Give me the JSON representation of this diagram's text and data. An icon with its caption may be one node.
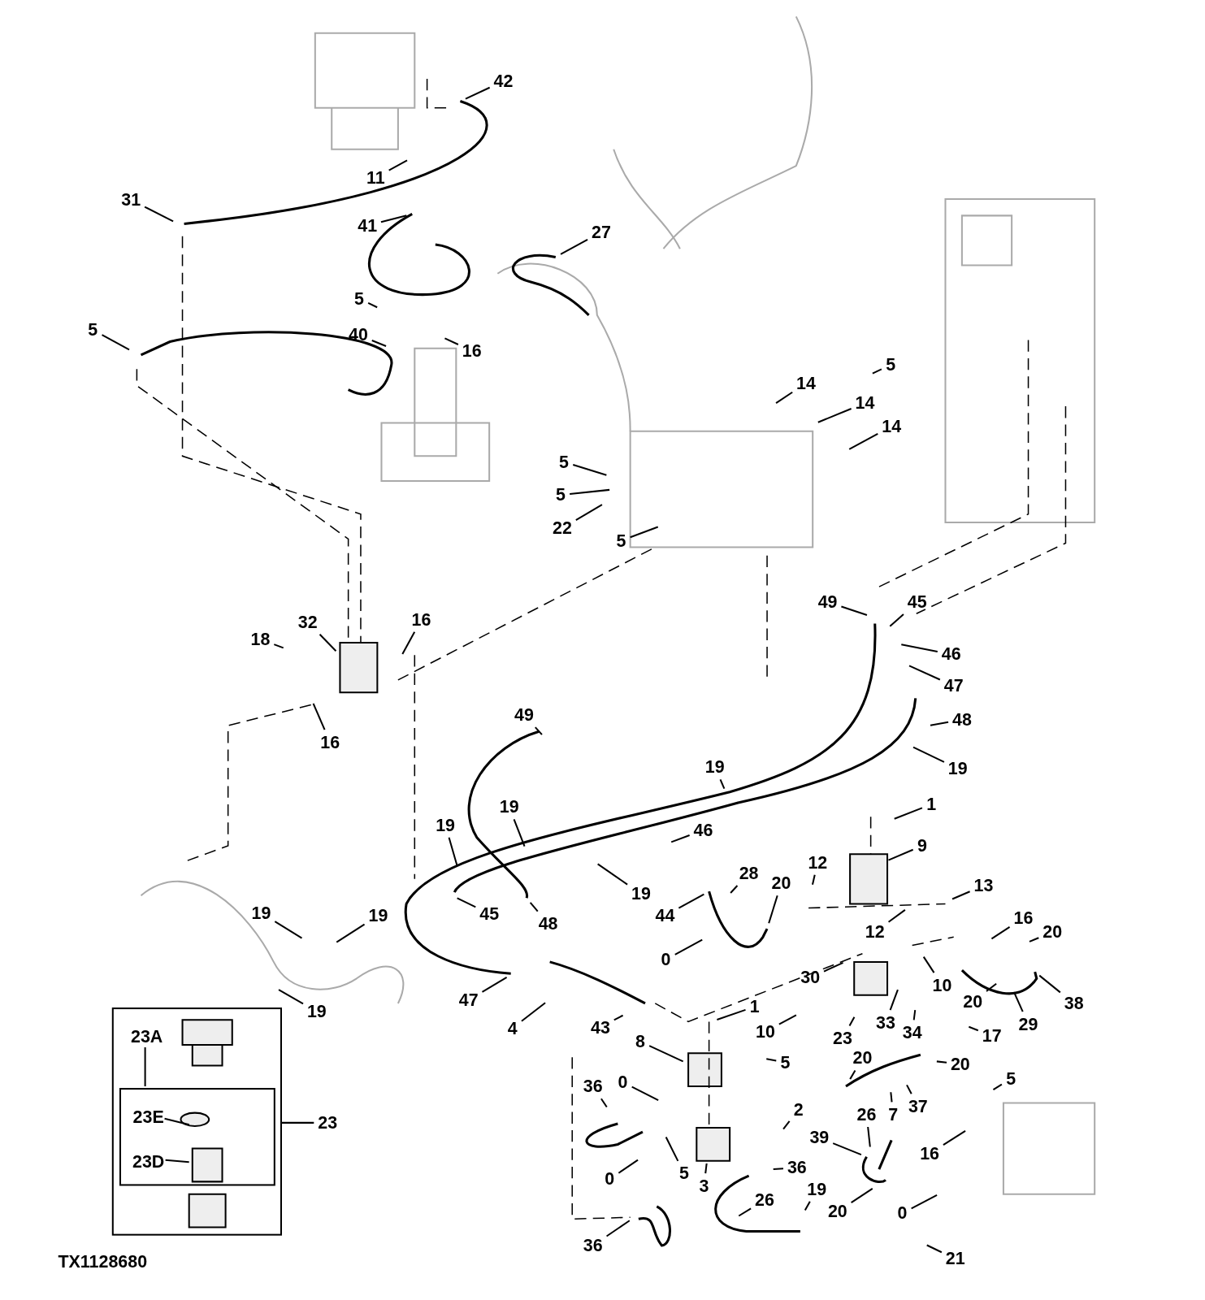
{
  "diagram": {
    "nodes": [
      {
        "text": [
          "42"
        ]
      },
      {
        "text": [
          "11"
        ]
      },
      {
        "text": [
          "31"
        ]
      },
      {
        "text": [
          "41"
        ]
      },
      {
        "text": [
          "27"
        ]
      },
      {
        "text": [
          "5"
        ]
      },
      {
        "text": [
          "5"
        ]
      },
      {
        "text": [
          "40"
        ]
      },
      {
        "text": [
          "16"
        ]
      },
      {
        "text": [
          "5"
        ]
      },
      {
        "text": [
          "14"
        ]
      },
      {
        "text": [
          "14"
        ]
      },
      {
        "text": [
          "14"
        ]
      },
      {
        "text": [
          "5"
        ]
      },
      {
        "text": [
          "5"
        ]
      },
      {
        "text": [
          "22"
        ]
      },
      {
        "text": [
          "5"
        ]
      },
      {
        "text": [
          "49"
        ]
      },
      {
        "text": [
          "45"
        ]
      },
      {
        "text": [
          "46"
        ]
      },
      {
        "text": [
          "47"
        ]
      },
      {
        "text": [
          "48"
        ]
      },
      {
        "text": [
          "32"
        ]
      },
      {
        "text": [
          "16"
        ]
      },
      {
        "text": [
          "18"
        ]
      },
      {
        "text": [
          "16"
        ]
      },
      {
        "text": [
          "49"
        ]
      },
      {
        "text": [
          "19"
        ]
      },
      {
        "text": [
          "19"
        ]
      },
      {
        "text": [
          "46"
        ]
      },
      {
        "text": [
          "1"
        ]
      },
      {
        "text": [
          "9"
        ]
      },
      {
        "text": [
          "19"
        ]
      },
      {
        "text": [
          "19"
        ]
      },
      {
        "text": [
          "19"
        ]
      },
      {
        "text": [
          "28"
        ]
      },
      {
        "text": [
          "12"
        ]
      },
      {
        "text": [
          "20"
        ]
      },
      {
        "text": [
          "13"
        ]
      },
      {
        "text": [
          "44"
        ]
      },
      {
        "text": [
          "45"
        ]
      },
      {
        "text": [
          "48"
        ]
      },
      {
        "text": [
          "12"
        ]
      },
      {
        "text": [
          "0"
        ]
      },
      {
        "text": [
          "16"
        ]
      },
      {
        "text": [
          "20"
        ]
      },
      {
        "text": [
          "19"
        ]
      },
      {
        "text": [
          "19"
        ]
      },
      {
        "text": [
          "19"
        ]
      },
      {
        "text": [
          "30"
        ]
      },
      {
        "text": [
          "10"
        ]
      },
      {
        "text": [
          "20"
        ]
      },
      {
        "text": [
          "29"
        ]
      },
      {
        "text": [
          "38"
        ]
      },
      {
        "text": [
          "47"
        ]
      },
      {
        "text": [
          "4"
        ]
      },
      {
        "text": [
          "43"
        ]
      },
      {
        "text": [
          "1"
        ]
      },
      {
        "text": [
          "10"
        ]
      },
      {
        "text": [
          "23"
        ]
      },
      {
        "text": [
          "33"
        ]
      },
      {
        "text": [
          "34"
        ]
      },
      {
        "text": [
          "17"
        ]
      },
      {
        "text": [
          "8"
        ]
      },
      {
        "text": [
          "5"
        ]
      },
      {
        "text": [
          "20"
        ]
      },
      {
        "text": [
          "20"
        ]
      },
      {
        "text": [
          "5"
        ]
      },
      {
        "text": [
          "37"
        ]
      },
      {
        "text": [
          "7"
        ]
      },
      {
        "text": [
          "36"
        ]
      },
      {
        "text": [
          "0"
        ]
      },
      {
        "text": [
          "2"
        ]
      },
      {
        "text": [
          "26"
        ]
      },
      {
        "text": [
          "39"
        ]
      },
      {
        "text": [
          "16"
        ]
      },
      {
        "text": [
          "0"
        ]
      },
      {
        "text": [
          "5"
        ]
      },
      {
        "text": [
          "3"
        ]
      },
      {
        "text": [
          "36"
        ]
      },
      {
        "text": [
          "26"
        ]
      },
      {
        "text": [
          "19"
        ]
      },
      {
        "text": [
          "20"
        ]
      },
      {
        "text": [
          "0"
        ]
      },
      {
        "text": [
          "36"
        ]
      },
      {
        "text": [
          "21"
        ]
      },
      {
        "text": [],
        "shape": "box"
      },
      {
        "text": [
          "23A"
        ],
        "in": 86
      },
      {
        "text": [],
        "shape": "box",
        "in": 86
      },
      {
        "text": [
          "23E"
        ],
        "in": 88
      },
      {
        "text": [
          "23D"
        ],
        "in": 88
      },
      {
        "text": [
          "23"
        ]
      }
    ],
    "edges": [
      {
        "from": 0,
        "to": null,
        "arrow": "none"
      },
      {
        "from": 1,
        "to": null,
        "arrow": "none"
      },
      {
        "from": 2,
        "to": null,
        "arrow": "none"
      },
      {
        "from": 3,
        "to": null,
        "arrow": "none"
      },
      {
        "from": 4,
        "to": null,
        "arrow": "none"
      },
      {
        "from": 5,
        "to": null,
        "arrow": "none"
      },
      {
        "from": 6,
        "to": null,
        "arrow": "none"
      },
      {
        "from": 7,
        "to": null,
        "arrow": "none"
      },
      {
        "from": 8,
        "to": null,
        "arrow": "none"
      },
      {
        "from": 9,
        "to": null,
        "arrow": "none"
      },
      {
        "from": 10,
        "to": null,
        "arrow": "none"
      },
      {
        "from": 11,
        "to": null,
        "arrow": "none"
      },
      {
        "from": 12,
        "to": null,
        "arrow": "none"
      },
      {
        "from": 13,
        "to": null,
        "arrow": "none"
      },
      {
        "from": 14,
        "to": null,
        "arrow": "none"
      },
      {
        "from": 15,
        "to": null,
        "arrow": "none"
      },
      {
        "from": 16,
        "to": null,
        "arrow": "none"
      },
      {
        "from": 17,
        "to": null,
        "arrow": "none"
      },
      {
        "from": 18,
        "to": null,
        "arrow": "none"
      },
      {
        "from": 19,
        "to": null,
        "arrow": "none"
      },
      {
        "from": 20,
        "to": null,
        "arrow": "none"
      },
      {
        "from": 21,
        "to": null,
        "arrow": "none"
      },
      {
        "from": 22,
        "to": null,
        "arrow": "none"
      },
      {
        "from": 23,
        "to": null,
        "arrow": "none"
      },
      {
        "from": 24,
        "to": null,
        "arrow": "none"
      },
      {
        "from": 25,
        "to": null,
        "arrow": "none"
      },
      {
        "from": 26,
        "to": null,
        "arrow": "none"
      },
      {
        "from": 27,
        "to": null,
        "arrow": "none"
      },
      {
        "from": 28,
        "to": null,
        "arrow": "none"
      },
      {
        "from": 29,
        "to": null,
        "arrow": "none"
      },
      {
        "from": 30,
        "to": null,
        "arrow": "none"
      },
      {
        "from": 31,
        "to": null,
        "arrow": "none"
      },
      {
        "from": 32,
        "to": null,
        "arrow": "none"
      },
      {
        "from": 33,
        "to": null,
        "arrow": "none"
      },
      {
        "from": 34,
        "to": null,
        "arrow": "none"
      },
      {
        "from": 35,
        "to": null,
        "arrow": "none"
      },
      {
        "from": 36,
        "to": null,
        "arrow": "none"
      },
      {
        "from": 37,
        "to": null,
        "arrow": "none"
      },
      {
        "from": 38,
        "to": null,
        "arrow": "none"
      },
      {
        "from": 39,
        "to": null,
        "arrow": "none"
      },
      {
        "from": 40,
        "to": null,
        "arrow": "none"
      },
      {
        "from": 41,
        "to": null,
        "arrow": "none"
      },
      {
        "from": 42,
        "to": null,
        "arrow": "none"
      },
      {
        "from": 43,
        "to": null,
        "arrow": "none"
      },
      {
        "from": 44,
        "to": null,
        "arrow": "none"
      },
      {
        "from": 45,
        "to": null,
        "arrow": "none"
      },
      {
        "from": 46,
        "to": null,
        "arrow": "none"
      },
      {
        "from": 47,
        "to": null,
        "arrow": "none"
      },
      {
        "from": 48,
        "to": null,
        "arrow": "none"
      },
      {
        "from": 49,
        "to": null,
        "arrow": "none"
      },
      {
        "from": 50,
        "to": null,
        "arrow": "none"
      },
      {
        "from": 51,
        "to": null,
        "arrow": "none"
      },
      {
        "from": 52,
        "to": null,
        "arrow": "none"
      },
      {
        "from": 53,
        "to": null,
        "arrow": "none"
      },
      {
        "from": 54,
        "to": null,
        "arrow": "none"
      },
      {
        "from": 55,
        "to": null,
        "arrow": "none"
      },
      {
        "from": 56,
        "to": null,
        "arrow": "none"
      },
      {
        "from": 57,
        "to": null,
        "arrow": "none"
      },
      {
        "from": 58,
        "to": null,
        "arrow": "none"
      },
      {
        "from": 59,
        "to": null,
        "arrow": "none"
      },
      {
        "from": 60,
        "to": null,
        "arrow": "none"
      },
      {
        "from": 61,
        "to": null,
        "arrow": "none"
      },
      {
        "from": 62,
        "to": null,
        "arrow": "none"
      },
      {
        "from": 63,
        "to": null,
        "arrow": "none"
      },
      {
        "from": 64,
        "to": null,
        "arrow": "none"
      },
      {
        "from": 65,
        "to": null,
        "arrow": "none"
      },
      {
        "from": 66,
        "to": null,
        "arrow": "none"
      },
      {
        "from": 67,
        "to": null,
        "arrow": "none"
      },
      {
        "from": 68,
        "to": null,
        "arrow": "none"
      },
      {
        "from": 69,
        "to": null,
        "arrow": "none"
      },
      {
        "from": 70,
        "to": null,
        "arrow": "none"
      },
      {
        "from": 71,
        "to": null,
        "arrow": "none"
      },
      {
        "from": 72,
        "to": null,
        "arrow": "none"
      },
      {
        "from": 73,
        "to": null,
        "arrow": "none"
      },
      {
        "from": 74,
        "to": null,
        "arrow": "none"
      },
      {
        "from": 75,
        "to": null,
        "arrow": "none"
      },
      {
        "from": 76,
        "to": null,
        "arrow": "none"
      },
      {
        "from": 77,
        "to": null,
        "arrow": "none"
      },
      {
        "from": 78,
        "to": null,
        "arrow": "none"
      },
      {
        "from": 79,
        "to": null,
        "arrow": "none"
      },
      {
        "from": 80,
        "to": null,
        "arrow": "none"
      },
      {
        "from": 81,
        "to": null,
        "arrow": "none"
      },
      {
        "from": 82,
        "to": null,
        "arrow": "none"
      },
      {
        "from": 83,
        "to": null,
        "arrow": "none"
      },
      {
        "from": 84,
        "to": null,
        "arrow": "none"
      },
      {
        "from": 85,
        "to": null,
        "arrow": "none"
      },
      {
        "from": 87,
        "to": 88,
        "arrow": "none"
      },
      {
        "from": 89,
        "to": null,
        "arrow": "none"
      },
      {
        "from": 90,
        "to": null,
        "arrow": "none"
      },
      {
        "from": 91,
        "to": 86,
        "arrow": "none"
      }
    ],
    "labels": [
      "TX1128680"
    ]
  }
}
